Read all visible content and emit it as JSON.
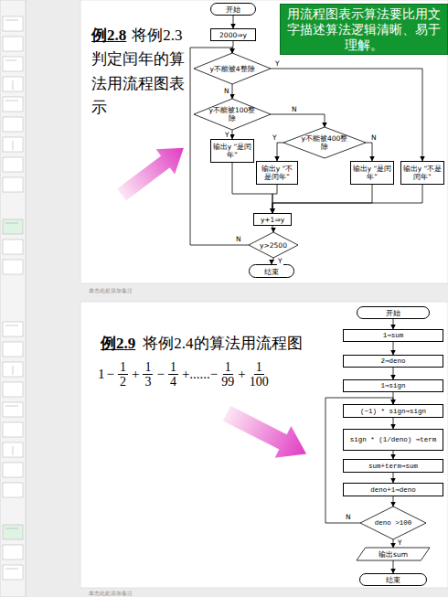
{
  "diagram": {
    "nodes": [
      {
        "text": [
          "用流程图表示算法要比用文字描述算法逻辑清晰、易于理解。"
        ]
      },
      {
        "text": [
          "开始"
        ]
      },
      {
        "text": [
          "2000⇒y"
        ]
      },
      {
        "text": [
          "y不能被4整除"
        ]
      },
      {
        "text": [
          "y不能被100整除"
        ]
      },
      {
        "text": [
          "y不能被400整除"
        ]
      },
      {
        "text": [
          "输出y “是闰年”"
        ]
      },
      {
        "text": [
          "输出y “不是闰年”"
        ]
      },
      {
        "text": [
          "输出y “是闰年”"
        ]
      },
      {
        "text": [
          "输出y “不是闰年”"
        ]
      },
      {
        "text": [
          "y+1⇒y"
        ]
      },
      {
        "text": [
          "y>2500"
        ]
      },
      {
        "text": [
          "结束"
        ]
      },
      {
        "text": [
          "开始"
        ]
      },
      {
        "text": [
          "1⇒sum"
        ]
      },
      {
        "text": [
          "2⇒deno"
        ]
      },
      {
        "text": [
          "1⇒sign"
        ]
      },
      {
        "text": [
          "(−1) * sign⇒sign"
        ]
      },
      {
        "text": [
          "sign * (1/deno) ⇒term"
        ]
      },
      {
        "text": [
          "sum+term⇒sum"
        ]
      },
      {
        "text": [
          "deno+1⇒deno"
        ]
      },
      {
        "text": [
          "deno >100"
        ]
      },
      {
        "text": [
          "输出sum"
        ]
      },
      {
        "text": [
          "结束"
        ]
      }
    ],
    "edges": [
      {
        "from": 1,
        "to": 2,
        "arrow": "to"
      },
      {
        "from": 2,
        "to": 3,
        "arrow": "to"
      },
      {
        "from": 3,
        "to": 9,
        "label": "Y",
        "arrow": "to"
      },
      {
        "from": 3,
        "to": 4,
        "label": "N",
        "arrow": "to"
      },
      {
        "from": 4,
        "to": 6,
        "label": "Y",
        "arrow": "to"
      },
      {
        "from": 4,
        "to": 5,
        "label": "N",
        "arrow": "to"
      },
      {
        "from": 5,
        "to": 7,
        "label": "Y",
        "arrow": "to"
      },
      {
        "from": 5,
        "to": 8,
        "label": "N",
        "arrow": "to"
      },
      {
        "from": 6,
        "to": 10,
        "arrow": "to"
      },
      {
        "from": 7,
        "to": 10,
        "arrow": "to"
      },
      {
        "from": 8,
        "to": 10,
        "arrow": "to"
      },
      {
        "from": 9,
        "to": 10,
        "arrow": "to"
      },
      {
        "from": 10,
        "to": 11,
        "arrow": "to"
      },
      {
        "from": 11,
        "to": 3,
        "label": "N",
        "arrow": "to"
      },
      {
        "from": 11,
        "to": 12,
        "label": "Y",
        "arrow": "to"
      },
      {
        "from": 13,
        "to": 14,
        "arrow": "to"
      },
      {
        "from": 14,
        "to": 15,
        "arrow": "to"
      },
      {
        "from": 15,
        "to": 16,
        "arrow": "to"
      },
      {
        "from": 16,
        "to": 17,
        "arrow": "to"
      },
      {
        "from": 17,
        "to": 18,
        "arrow": "to"
      },
      {
        "from": 18,
        "to": 19,
        "arrow": "to"
      },
      {
        "from": 19,
        "to": 20,
        "arrow": "to"
      },
      {
        "from": 20,
        "to": 21,
        "arrow": "to"
      },
      {
        "from": 21,
        "to": 17,
        "label": "N",
        "arrow": "to"
      },
      {
        "from": 21,
        "to": 22,
        "label": "Y",
        "arrow": "to"
      },
      {
        "from": 22,
        "to": 23,
        "arrow": "to"
      }
    ],
    "labels": [
      "例2.8",
      "将例2.3判定闰年的算法用流程图表示",
      "单击此处添加备注",
      "例2.9",
      "将例2.4的算法用流程图",
      "1",
      "−",
      "1",
      "2",
      "+",
      "1",
      "3",
      "−",
      "1",
      "4",
      "+......−",
      "1",
      "99",
      "+",
      "1",
      "100",
      "单击此处添加备注"
    ]
  }
}
